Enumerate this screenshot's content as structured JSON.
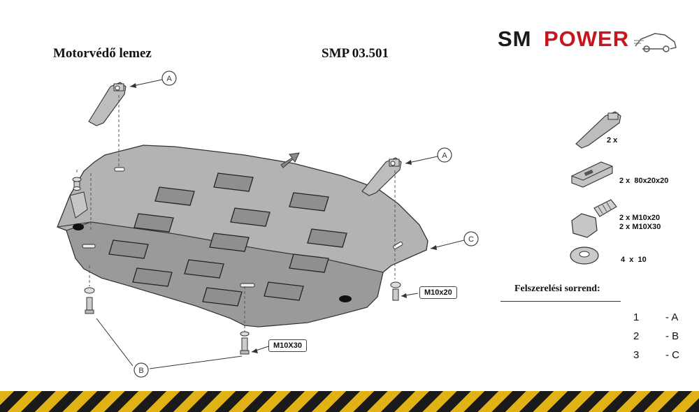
{
  "header": {
    "title": "Motorvédő lemez",
    "code": "SMP 03.501",
    "logo_sm": "SM",
    "logo_power": "POWER"
  },
  "callouts": {
    "a": "A",
    "b": "B",
    "c": "C",
    "bolt_m10x20": "M10x20",
    "bolt_m10x30": "M10X30"
  },
  "parts": [
    {
      "icon": "bracket-icon",
      "label": "2 x"
    },
    {
      "icon": "plate-icon",
      "label": "2 x  80x20x20"
    },
    {
      "icon": "bolt-icon",
      "label": "2 x M10x20\n2 x M10X30"
    },
    {
      "icon": "washer-icon",
      "label": "4  x  10"
    }
  ],
  "installation": {
    "title": "Felszerelési sorrend:",
    "steps": [
      {
        "num": "1",
        "value": "- A"
      },
      {
        "num": "2",
        "value": "- B"
      },
      {
        "num": "3",
        "value": "- C"
      }
    ]
  },
  "colors": {
    "plate_fill": "#aeaeae",
    "plate_shade": "#8e8e8e",
    "logo_red": "#c8151b",
    "hazard_yellow": "#e0b215",
    "hazard_black": "#1a1a1a"
  }
}
